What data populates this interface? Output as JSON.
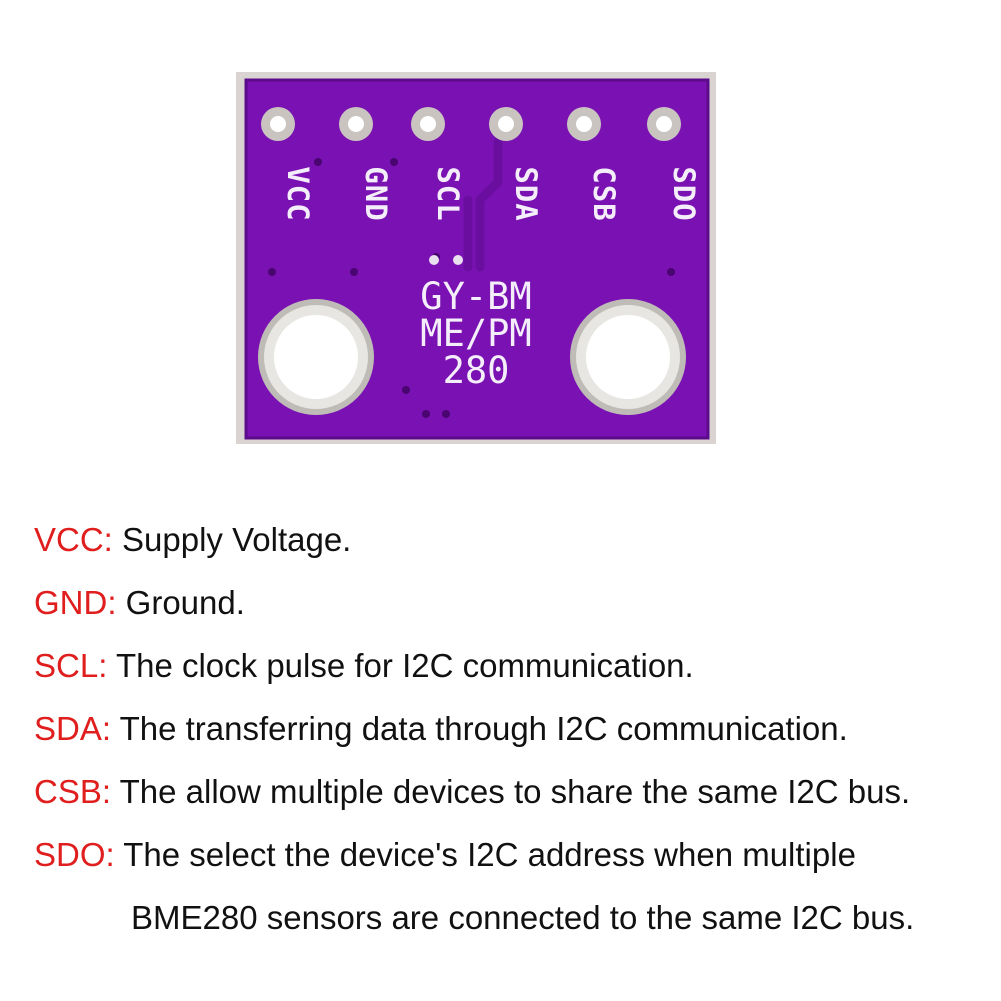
{
  "board": {
    "color": "#7a12b3",
    "pins": [
      "VCC",
      "GND",
      "SCL",
      "SDA",
      "CSB",
      "SDO"
    ],
    "silkscreen": [
      "GY-BM",
      "ME/PM",
      "280"
    ]
  },
  "pin_descriptions": [
    {
      "key": "VCC:",
      "text": " Supply Voltage."
    },
    {
      "key": "GND:",
      "text": " Ground."
    },
    {
      "key": "SCL:",
      "text": " The clock pulse for I2C communication."
    },
    {
      "key": "SDA:",
      "text": " The transferring data through I2C communication."
    },
    {
      "key": "CSB:",
      "text": " The allow multiple devices to share the same I2C bus."
    },
    {
      "key": "SDO:",
      "text": " The select the device's I2C address when multiple",
      "continuation": "BME280 sensors are connected to the same I2C bus."
    }
  ],
  "colors": {
    "key_text": "#e01e1e",
    "body_text": "#111111",
    "silkscreen": "#f4eefa"
  }
}
